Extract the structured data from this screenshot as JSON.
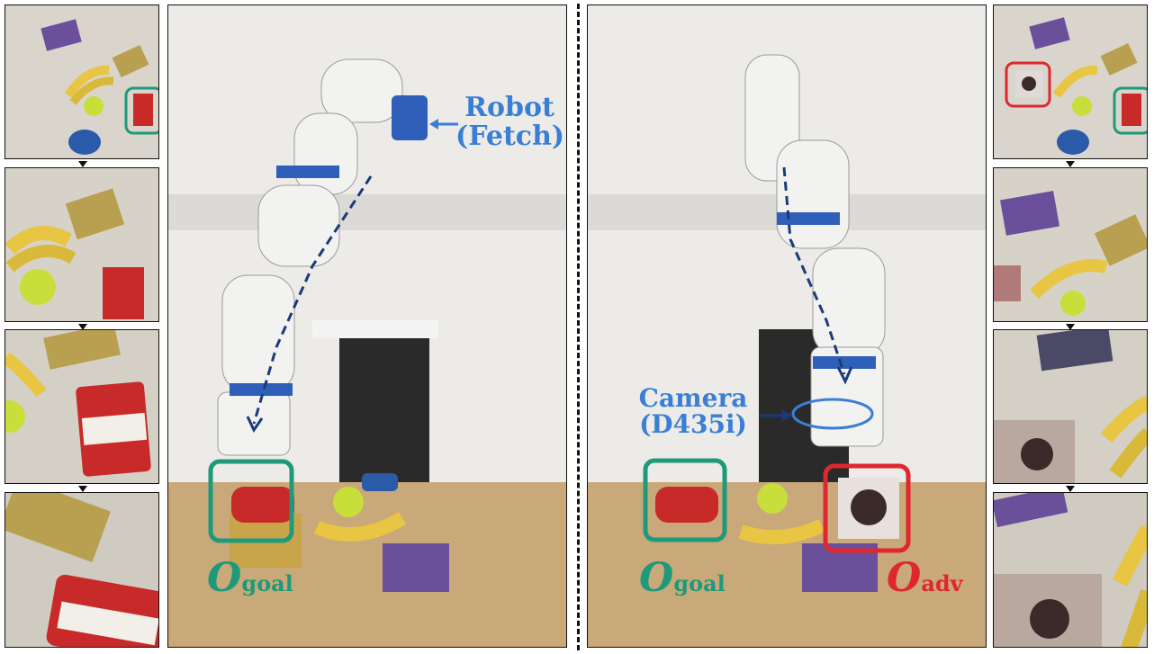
{
  "labels": {
    "robot_line1": "Robot",
    "robot_line2": "(Fetch)",
    "camera_line1": "Camera",
    "camera_line2": "(D435i)",
    "goal_symbol": "O",
    "goal_subscript": "goal",
    "adv_symbol": "O",
    "adv_subscript": "adv"
  },
  "colors": {
    "robot_label": "#3a7fd5",
    "goal_box": "#1e9a7a",
    "adv_box": "#e0262e",
    "trajectory": "#1a3a7a"
  },
  "icons": {
    "thumbnail_arrow": "triangle-down",
    "trajectory_arrow": "dashed-arrow"
  }
}
